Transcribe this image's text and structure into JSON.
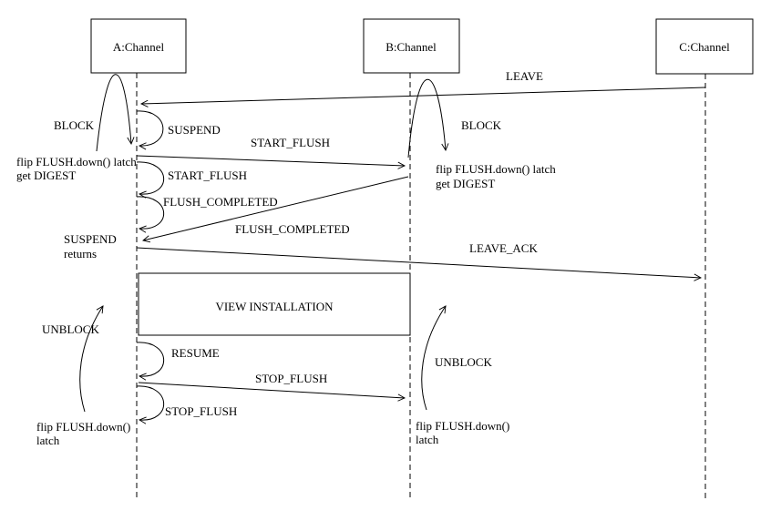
{
  "diagram": {
    "type": "sequence-diagram",
    "background": "#ffffff",
    "stroke_color": "#000000",
    "actors": [
      {
        "label": "A:Channel"
      },
      {
        "label": "B:Channel"
      },
      {
        "label": "C:Channel"
      }
    ],
    "labels": {
      "leave": "LEAVE",
      "block_a": "BLOCK",
      "block_b": "BLOCK",
      "suspend_self": "SUSPEND",
      "start_flush_msg": "START_FLUSH",
      "start_flush_self": "START_FLUSH",
      "flush_completed_self": "FLUSH_COMPLETED",
      "flush_completed_msg": "FLUSH_COMPLETED",
      "leave_ack": "LEAVE_ACK",
      "suspend_returns_line1": "SUSPEND",
      "suspend_returns_line2": "returns",
      "view_installation": "VIEW INSTALLATION",
      "resume_self": "RESUME",
      "stop_flush_msg": "STOP_FLUSH",
      "stop_flush_self": "STOP_FLUSH",
      "unblock_a": "UNBLOCK",
      "unblock_b": "UNBLOCK",
      "note_a_top_line1": "flip FLUSH.down() latch",
      "note_a_top_line2": "get DIGEST",
      "note_b_top_line1": "flip FLUSH.down() latch",
      "note_b_top_line2": "get DIGEST",
      "note_a_bottom_line1": "flip FLUSH.down()",
      "note_a_bottom_line2": "latch",
      "note_b_bottom_line1": "flip FLUSH.down()",
      "note_b_bottom_line2": "latch"
    }
  }
}
